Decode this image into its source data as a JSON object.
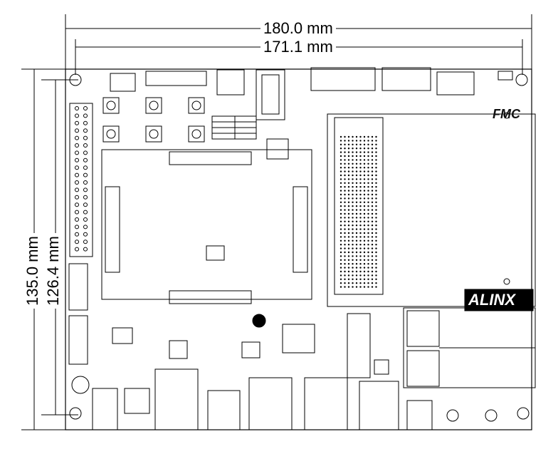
{
  "dimensions": {
    "outer_width": "180.0 mm",
    "inner_width": "171.1 mm",
    "outer_height": "135.0 mm",
    "inner_height": "126.4 mm"
  },
  "board": {
    "brand_logo": "ALINX",
    "fmc_logo": "FMC"
  }
}
